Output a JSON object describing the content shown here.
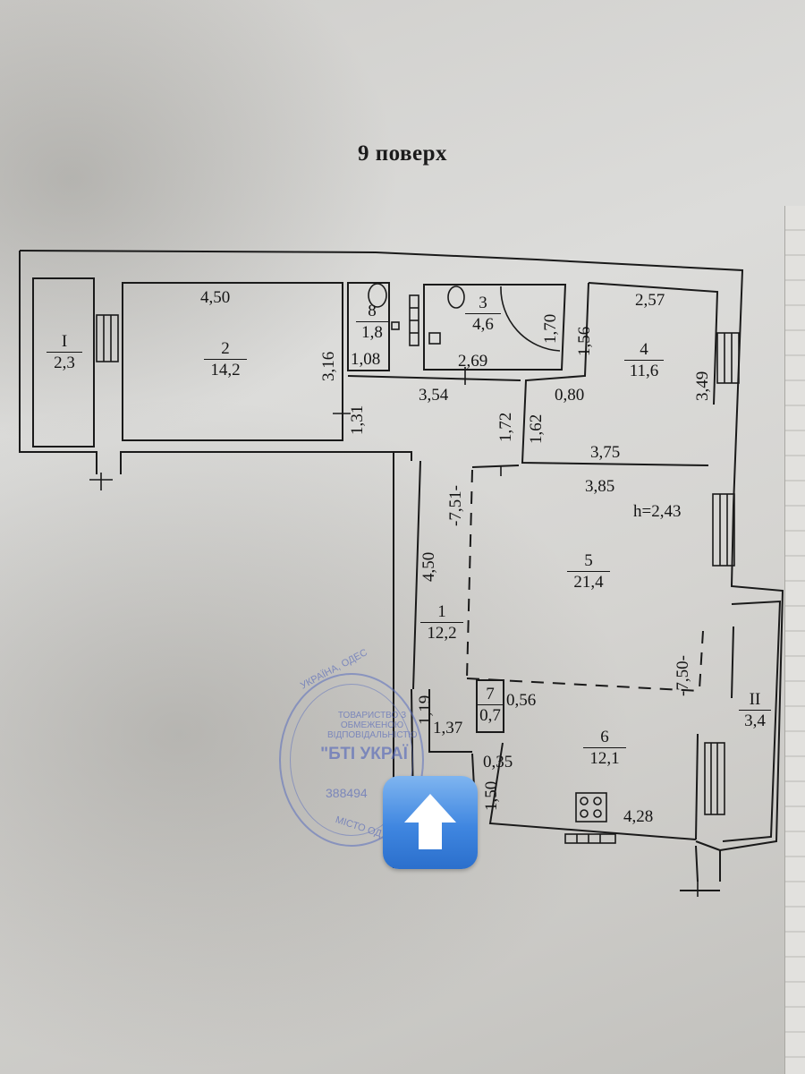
{
  "title": "9 поверх",
  "rooms": {
    "r1": {
      "num": "1",
      "area": "12,2"
    },
    "r2": {
      "num": "2",
      "area": "14,2"
    },
    "r3": {
      "num": "3",
      "area": "4,6"
    },
    "r4": {
      "num": "4",
      "area": "11,6"
    },
    "r5": {
      "num": "5",
      "area": "21,4"
    },
    "r6": {
      "num": "6",
      "area": "12,1"
    },
    "r7": {
      "num": "7",
      "area": "0,7"
    },
    "r8": {
      "num": "8",
      "area": "1,8"
    },
    "rI": {
      "num": "I",
      "area": "2,3"
    },
    "rII": {
      "num": "II",
      "area": "3,4"
    }
  },
  "dimensions": {
    "d_450_top": "4,50",
    "d_316": "3,16",
    "d_108": "1,08",
    "d_269": "2,69",
    "d_170": "1,70",
    "d_156": "1,56",
    "d_257": "2,57",
    "d_349": "3,49",
    "d_131": "1,31",
    "d_354": "3,54",
    "d_172": "1,72",
    "d_162": "1,62",
    "d_080": "0,80",
    "d_375": "3,75",
    "d_385": "3,85",
    "d_h": "h=2,43",
    "d_751": "-7,51-",
    "d_450_v": "4,50",
    "d_750": "-7,50-",
    "d_056": "0,56",
    "d_119": "1,19",
    "d_137": "1,37",
    "d_035": "0,35",
    "d_150": "1,50",
    "d_428": "4,28"
  },
  "stamp": {
    "line1": "ТОВАРИСТВО З ОБМЕЖЕНОЮ ВІДПОВІДАЛЬНІСТЮ",
    "line2": "\"БТІ УКРАЇ",
    "line3": "388494",
    "ring_top": "УКРАЇНА, ОДЕС",
    "ring_bottom": "МІСТО ОД"
  },
  "colors": {
    "ink": "#151515",
    "stamp": "#5a6ebe",
    "button": "#3f86e0"
  },
  "icons": {
    "up_button": "arrow-up-icon"
  }
}
